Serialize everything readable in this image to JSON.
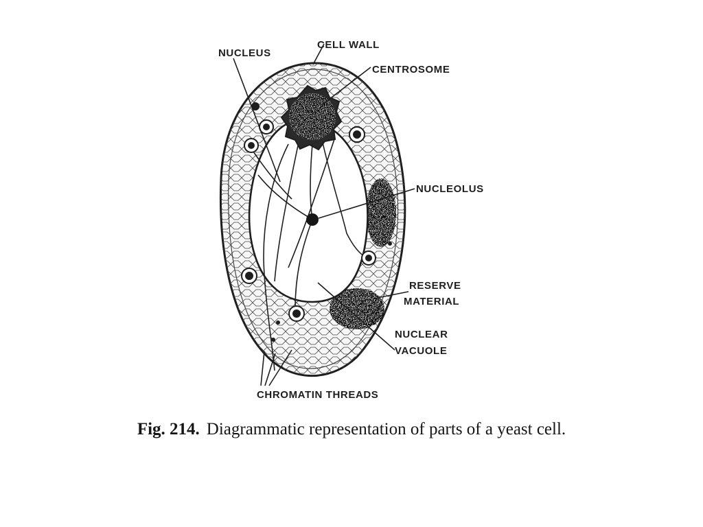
{
  "labels": {
    "nucleus": "NUCLEUS",
    "cell_wall": "CELL WALL",
    "centrosome": "CENTROSOME",
    "nucleolus": "NUCLEOLUS",
    "reserve_1": "RESERVE",
    "reserve_2": "MATERIAL",
    "nuclear_1": "NUCLEAR",
    "nuclear_2": "VACUOLE",
    "chromatin": "CHROMATIN THREADS"
  },
  "caption": {
    "number": "Fig. 214.",
    "text": "Diagrammatic representation of parts of a yeast cell."
  },
  "colors": {
    "ink": "#1e1e1e",
    "paper": "#ffffff"
  }
}
